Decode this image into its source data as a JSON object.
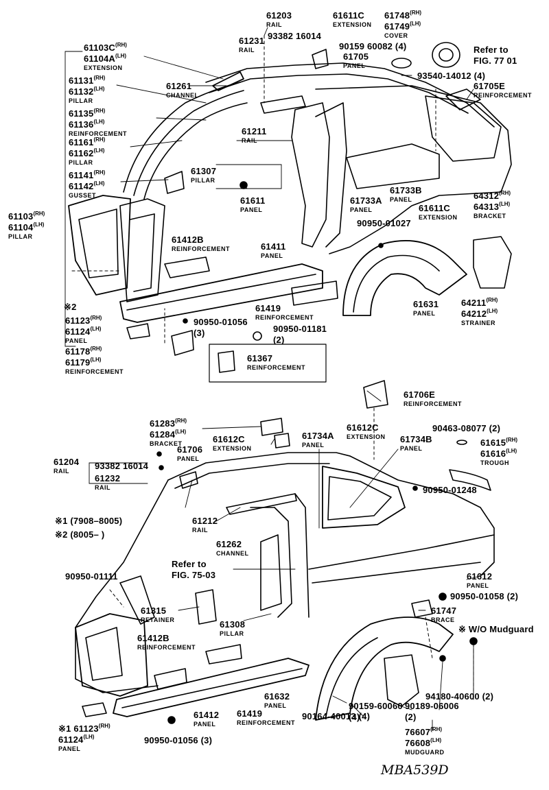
{
  "signature": "MBA539D",
  "callouts": [
    {
      "id": "c61103c",
      "lines": [
        {
          "pn": "61103C",
          "side": "(RH)"
        },
        {
          "pn": "61104A",
          "side": "(LH)"
        }
      ],
      "name": "EXTENSION"
    },
    {
      "id": "c61131",
      "lines": [
        {
          "pn": "61131",
          "side": "(RH)"
        },
        {
          "pn": "61132",
          "side": "(LH)"
        }
      ],
      "name": "PILLAR"
    },
    {
      "id": "c61135",
      "lines": [
        {
          "pn": "61135",
          "side": "(RH)"
        },
        {
          "pn": "61136",
          "side": "(LH)"
        }
      ],
      "name": "REINFORCEMENT"
    },
    {
      "id": "c61161",
      "lines": [
        {
          "pn": "61161",
          "side": "(RH)"
        },
        {
          "pn": "61162",
          "side": "(LH)"
        }
      ],
      "name": "PILLAR"
    },
    {
      "id": "c61141",
      "lines": [
        {
          "pn": "61141",
          "side": "(RH)"
        },
        {
          "pn": "61142",
          "side": "(LH)"
        }
      ],
      "name": "GUSSET"
    },
    {
      "id": "c61103",
      "lines": [
        {
          "pn": "61103",
          "side": "(RH)"
        },
        {
          "pn": "61104",
          "side": "(LH)"
        }
      ],
      "name": "PILLAR"
    },
    {
      "id": "c61203",
      "lines": [
        {
          "pn": "61203",
          "side": ""
        }
      ],
      "name": "RAIL"
    },
    {
      "id": "c61231",
      "lines": [
        {
          "pn": "61231",
          "side": ""
        }
      ],
      "name": "RAIL"
    },
    {
      "id": "c93382a",
      "lines": [
        {
          "pn": "93382 16014",
          "side": ""
        }
      ],
      "name": ""
    },
    {
      "id": "c61611c_top",
      "lines": [
        {
          "pn": "61611C",
          "side": ""
        }
      ],
      "name": "EXTENSION"
    },
    {
      "id": "c61748",
      "lines": [
        {
          "pn": "61748",
          "side": "(RH)"
        },
        {
          "pn": "61749",
          "side": "(LH)"
        }
      ],
      "name": "COVER"
    },
    {
      "id": "c90159a",
      "lines": [
        {
          "pn": "90159 60082 (4)",
          "side": ""
        }
      ],
      "name": ""
    },
    {
      "id": "c61705",
      "lines": [
        {
          "pn": "61705",
          "side": ""
        }
      ],
      "name": "PANEL"
    },
    {
      "id": "cRefer7701",
      "lines": [
        {
          "pn": "Refer to",
          "side": ""
        },
        {
          "pn": "FIG. 77 01",
          "side": ""
        }
      ],
      "name": ""
    },
    {
      "id": "c93540",
      "lines": [
        {
          "pn": "93540-14012 (4)",
          "side": ""
        }
      ],
      "name": ""
    },
    {
      "id": "c61705e",
      "lines": [
        {
          "pn": "61705E",
          "side": ""
        }
      ],
      "name": "REINFORCEMENT"
    },
    {
      "id": "c61261",
      "lines": [
        {
          "pn": "61261",
          "side": ""
        }
      ],
      "name": "CHANNEL"
    },
    {
      "id": "c61211",
      "lines": [
        {
          "pn": "61211",
          "side": ""
        }
      ],
      "name": "RAIL"
    },
    {
      "id": "c61307",
      "lines": [
        {
          "pn": "61307",
          "side": ""
        }
      ],
      "name": "PILLAR"
    },
    {
      "id": "c61611",
      "lines": [
        {
          "pn": "61611",
          "side": ""
        }
      ],
      "name": "PANEL"
    },
    {
      "id": "c61733b",
      "lines": [
        {
          "pn": "61733B",
          "side": ""
        }
      ],
      "name": "PANEL"
    },
    {
      "id": "c61733a",
      "lines": [
        {
          "pn": "61733A",
          "side": ""
        }
      ],
      "name": "PANEL"
    },
    {
      "id": "c61611c_mid",
      "lines": [
        {
          "pn": "61611C",
          "side": ""
        }
      ],
      "name": "EXTENSION"
    },
    {
      "id": "c64312",
      "lines": [
        {
          "pn": "64312",
          "side": "(RH)"
        },
        {
          "pn": "64313",
          "side": "(LH)"
        }
      ],
      "name": "BRACKET"
    },
    {
      "id": "c90950_01027",
      "lines": [
        {
          "pn": "90950-01027",
          "side": ""
        }
      ],
      "name": ""
    },
    {
      "id": "c61412b_top",
      "lines": [
        {
          "pn": "61412B",
          "side": ""
        }
      ],
      "name": "REINFORCEMENT"
    },
    {
      "id": "c61411",
      "lines": [
        {
          "pn": "61411",
          "side": ""
        }
      ],
      "name": "PANEL"
    },
    {
      "id": "c61419_top",
      "lines": [
        {
          "pn": "61419",
          "side": ""
        }
      ],
      "name": "REINFORCEMENT"
    },
    {
      "id": "c61631",
      "lines": [
        {
          "pn": "61631",
          "side": ""
        }
      ],
      "name": "PANEL"
    },
    {
      "id": "c64211",
      "lines": [
        {
          "pn": "64211",
          "side": "(RH)"
        },
        {
          "pn": "64212",
          "side": "(LH)"
        }
      ],
      "name": "STRAINER"
    },
    {
      "id": "c2mark",
      "lines": [
        {
          "pn": "※2",
          "side": ""
        }
      ],
      "name": ""
    },
    {
      "id": "c61123_top",
      "lines": [
        {
          "pn": "61123",
          "side": "(RH)"
        },
        {
          "pn": "61124",
          "side": "(LH)"
        }
      ],
      "name": "PANEL"
    },
    {
      "id": "c90950_01056a",
      "lines": [
        {
          "pn": "90950-01056",
          "side": ""
        },
        {
          "pn": "(3)",
          "side": ""
        }
      ],
      "name": ""
    },
    {
      "id": "c90950_01181",
      "lines": [
        {
          "pn": "90950-01181",
          "side": ""
        },
        {
          "pn": "(2)",
          "side": ""
        }
      ],
      "name": ""
    },
    {
      "id": "c61178",
      "lines": [
        {
          "pn": "61178",
          "side": "(RH)"
        },
        {
          "pn": "61179",
          "side": "(LH)"
        }
      ],
      "name": "REINFORCEMENT"
    },
    {
      "id": "c61367",
      "lines": [
        {
          "pn": "61367",
          "side": ""
        }
      ],
      "name": "REINFORCEMENT"
    },
    {
      "id": "c61706e",
      "lines": [
        {
          "pn": "61706E",
          "side": ""
        }
      ],
      "name": "REINFORCEMENT"
    },
    {
      "id": "c61283",
      "lines": [
        {
          "pn": "61283",
          "side": "(RH)"
        },
        {
          "pn": "61284",
          "side": "(LH)"
        }
      ],
      "name": "BRACKET"
    },
    {
      "id": "c61612c",
      "lines": [
        {
          "pn": "61612C",
          "side": ""
        }
      ],
      "name": "EXTENSION"
    },
    {
      "id": "c61706",
      "lines": [
        {
          "pn": "61706",
          "side": ""
        }
      ],
      "name": "PANEL"
    },
    {
      "id": "c61612c_b",
      "lines": [
        {
          "pn": "61612C",
          "side": ""
        }
      ],
      "name": "EXTENSION"
    },
    {
      "id": "c61734a",
      "lines": [
        {
          "pn": "61734A",
          "side": ""
        }
      ],
      "name": "PANEL"
    },
    {
      "id": "c61734b",
      "lines": [
        {
          "pn": "61734B",
          "side": ""
        }
      ],
      "name": "PANEL"
    },
    {
      "id": "c90463",
      "lines": [
        {
          "pn": "90463-08077 (2)",
          "side": ""
        }
      ],
      "name": ""
    },
    {
      "id": "c61615",
      "lines": [
        {
          "pn": "61615",
          "side": "(RH)"
        },
        {
          "pn": "61616",
          "side": "(LH)"
        }
      ],
      "name": "TROUGH"
    },
    {
      "id": "c61204",
      "lines": [
        {
          "pn": "61204",
          "side": ""
        }
      ],
      "name": "RAIL"
    },
    {
      "id": "c93382b",
      "lines": [
        {
          "pn": "93382 16014",
          "side": ""
        }
      ],
      "name": ""
    },
    {
      "id": "c61232",
      "lines": [
        {
          "pn": "61232",
          "side": ""
        }
      ],
      "name": "RAIL"
    },
    {
      "id": "c90950_01248",
      "lines": [
        {
          "pn": "90950-01248",
          "side": ""
        }
      ],
      "name": ""
    },
    {
      "id": "cMark1",
      "lines": [
        {
          "pn": "※1 (7908–8005)",
          "side": ""
        }
      ],
      "name": ""
    },
    {
      "id": "cMark2",
      "lines": [
        {
          "pn": "※2 (8005–      )",
          "side": ""
        }
      ],
      "name": ""
    },
    {
      "id": "c61212",
      "lines": [
        {
          "pn": "61212",
          "side": ""
        }
      ],
      "name": "RAIL"
    },
    {
      "id": "c61262",
      "lines": [
        {
          "pn": "61262",
          "side": ""
        }
      ],
      "name": "CHANNEL"
    },
    {
      "id": "cRefer7503",
      "lines": [
        {
          "pn": "Refer to",
          "side": ""
        },
        {
          "pn": "FIG. 75-03",
          "side": ""
        }
      ],
      "name": ""
    },
    {
      "id": "c61612",
      "lines": [
        {
          "pn": "61612",
          "side": ""
        }
      ],
      "name": "PANEL"
    },
    {
      "id": "c90950_01111",
      "lines": [
        {
          "pn": "90950-01111",
          "side": ""
        }
      ],
      "name": ""
    },
    {
      "id": "c90950_01058",
      "lines": [
        {
          "pn": "90950-01058 (2)",
          "side": ""
        }
      ],
      "name": ""
    },
    {
      "id": "c61315",
      "lines": [
        {
          "pn": "61315",
          "side": ""
        }
      ],
      "name": "RETAINER"
    },
    {
      "id": "c61308",
      "lines": [
        {
          "pn": "61308",
          "side": ""
        }
      ],
      "name": "PILLAR"
    },
    {
      "id": "c61747",
      "lines": [
        {
          "pn": "61747",
          "side": ""
        }
      ],
      "name": "BRACE"
    },
    {
      "id": "cWOMud",
      "lines": [
        {
          "pn": "※ W/O Mudguard",
          "side": ""
        }
      ],
      "name": ""
    },
    {
      "id": "c61412b_bot",
      "lines": [
        {
          "pn": "61412B",
          "side": ""
        }
      ],
      "name": "REINFORCEMENT"
    },
    {
      "id": "c61632",
      "lines": [
        {
          "pn": "61632",
          "side": ""
        }
      ],
      "name": "PANEL"
    },
    {
      "id": "c94180",
      "lines": [
        {
          "pn": "94180-40600 (2)",
          "side": ""
        }
      ],
      "name": ""
    },
    {
      "id": "c61412",
      "lines": [
        {
          "pn": "61412",
          "side": ""
        }
      ],
      "name": "PANEL"
    },
    {
      "id": "c61419_bot",
      "lines": [
        {
          "pn": "61419",
          "side": ""
        }
      ],
      "name": "REINFORCEMENT"
    },
    {
      "id": "c90159b",
      "lines": [
        {
          "pn": "90159-60060",
          "side": ""
        },
        {
          "pn": "(4)",
          "side": ""
        }
      ],
      "name": ""
    },
    {
      "id": "c90189",
      "lines": [
        {
          "pn": "90189-06006",
          "side": ""
        },
        {
          "pn": "(2)",
          "side": ""
        }
      ],
      "name": ""
    },
    {
      "id": "c90164",
      "lines": [
        {
          "pn": "90164-40013 (4)",
          "side": ""
        }
      ],
      "name": ""
    },
    {
      "id": "c76607",
      "lines": [
        {
          "pn": "76607",
          "side": "(RH)"
        },
        {
          "pn": "76608",
          "side": "(LH)"
        }
      ],
      "name": "MUDGUARD"
    },
    {
      "id": "c61123_bot",
      "lines": [
        {
          "pn": "※1 61123",
          "side": "(RH)"
        },
        {
          "pn": "61124",
          "side": "(LH)"
        }
      ],
      "name": "PANEL"
    },
    {
      "id": "c90950_01056b",
      "lines": [
        {
          "pn": "90950-01056 (3)",
          "side": ""
        }
      ],
      "name": ""
    }
  ]
}
